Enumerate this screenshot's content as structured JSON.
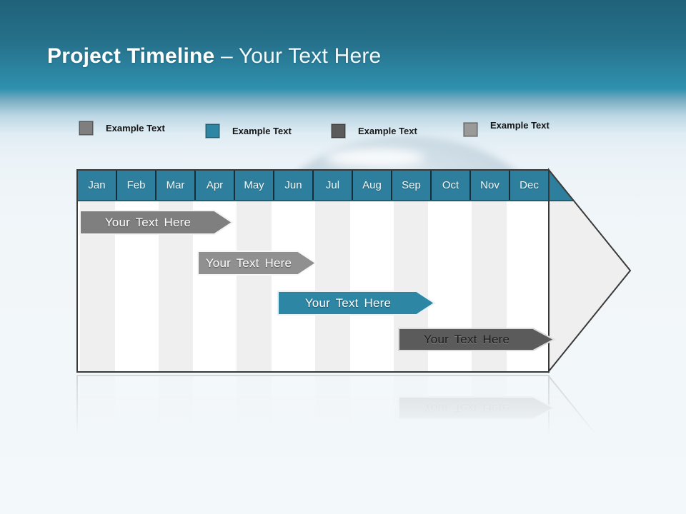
{
  "title": {
    "bold": "Project Timeline",
    "regular": " – Your Text Here"
  },
  "legend": {
    "items": [
      {
        "label": "Example Text",
        "color": "#7F7F7F"
      },
      {
        "label": "Example Text",
        "color": "#2E86A5"
      },
      {
        "label": "Example Text",
        "color": "#5B5B5B"
      },
      {
        "label": "Example Text",
        "color": "#9A9A9A"
      }
    ]
  },
  "chart_data": {
    "type": "bar",
    "subtype": "gantt-project-timeline",
    "title": "Project Timeline – Your Text Here",
    "categories": [
      "Jan",
      "Feb",
      "Mar",
      "Apr",
      "May",
      "Jun",
      "Jul",
      "Aug",
      "Sep",
      "Oct",
      "Nov",
      "Dec"
    ],
    "header_fill": "#2E7F9D",
    "stripe_fill": "#EFEFEF",
    "axis_range": [
      "Jan",
      "Dec"
    ],
    "bars": [
      {
        "label": "Your Text Here",
        "start": "Jan",
        "end": "Apr",
        "row": 1,
        "color": "#7F7F7F",
        "text_color": "#FFFFFF"
      },
      {
        "label": "Your Text Here",
        "start": "Apr",
        "end": "Jun",
        "row": 2,
        "color": "#909090",
        "text_color": "#FFFFFF"
      },
      {
        "label": "Your Text Here",
        "start": "Jun",
        "end": "Sep",
        "row": 3,
        "color": "#2E86A5",
        "text_color": "#FFFFFF"
      },
      {
        "label": "Your Text Here",
        "start": "Sep",
        "end": "Dec",
        "row": 4,
        "color": "#5B5B5B",
        "text_color": "#1A1A1A"
      }
    ]
  }
}
